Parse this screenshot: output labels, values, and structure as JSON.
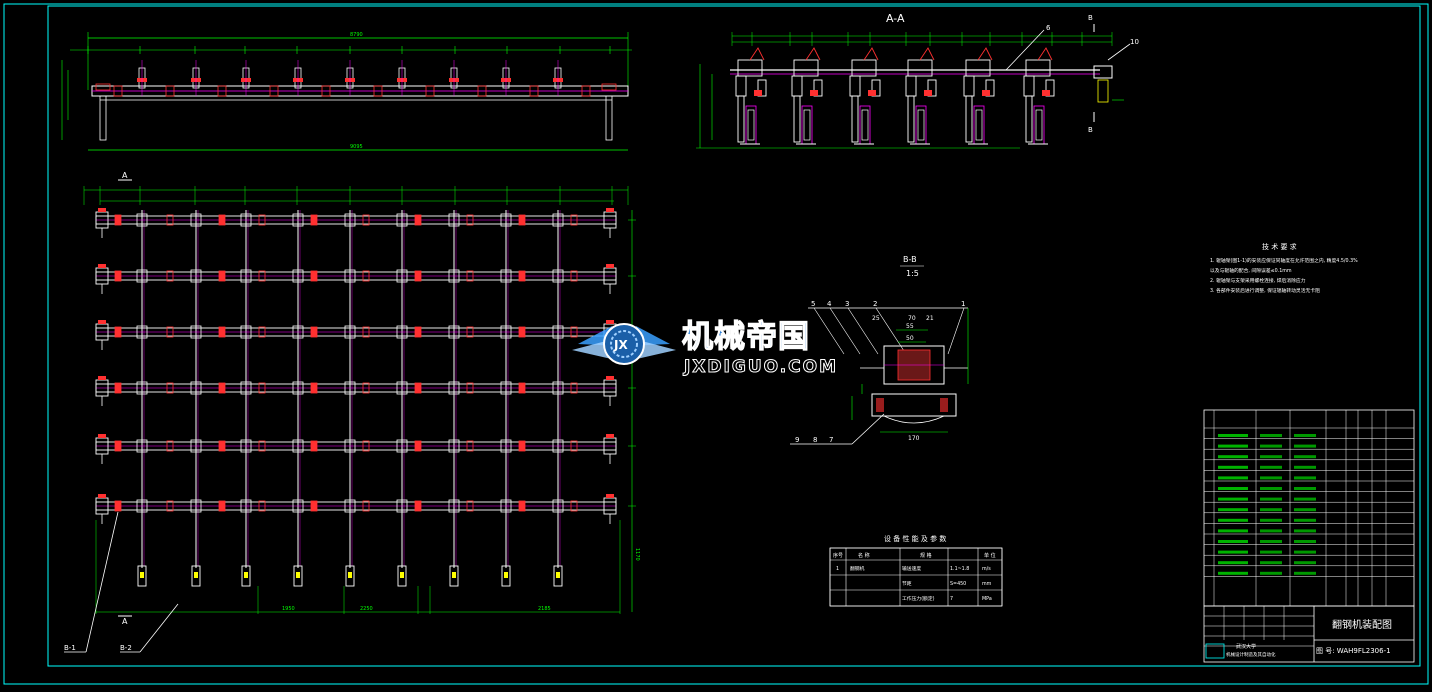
{
  "colors": {
    "background": "#000000",
    "frame": "#00ffff",
    "part": "#ffffff",
    "dimension": "#00ff00",
    "hidden": "#ff00ff",
    "clamp": "#ff3030",
    "yellow": "#ffff00",
    "watermark": "#ffffff",
    "watermark_accent": "#3aa0ff"
  },
  "views": {
    "section_aa": {
      "label": "A-A"
    },
    "section_bb": {
      "label": "B-B",
      "scale": "1:5"
    },
    "section_markers": {
      "a_top": "A",
      "a_bottom": "A",
      "b_top": "B",
      "b_bottom": "B"
    }
  },
  "dimensions": {
    "front_overall_top": "8790",
    "front_overall_bottom": "9095",
    "plan_bottom_1": "1950",
    "plan_bottom_2": "2250",
    "plan_bottom_3": "2185",
    "plan_side": "1170",
    "bb_width_55": "55",
    "bb_width_50": "50",
    "bb_base": "170",
    "bb_side_25": "25",
    "bb_side_70": "70",
    "bb_side_21": "21"
  },
  "leaders": {
    "plan_b1": "B-1",
    "plan_b2": "B-2",
    "aa_callout_6": "6",
    "aa_callout_10": "10",
    "bb_top": [
      "5",
      "4",
      "3",
      "2",
      "1"
    ],
    "bb_bottom": [
      "9",
      "8",
      "7"
    ]
  },
  "tech_requirements": {
    "title": "技 术 要 求",
    "lines": [
      "1. 辊轴架(图1-1)的安装应保证同轴度在允许范围之内, 精度4.5/0.3%",
      "   以及与辊轴的配合, 间隙误差≤0.1mm",
      "2. 辊轴架与支架采用螺栓连接, 焊后消除应力",
      "3. 各部件安装后进行调整, 保证辊轴转动灵活无卡阻"
    ]
  },
  "params_table": {
    "title": "设 备 性 能 及 参 数",
    "headers": [
      "序号",
      "名 称",
      "规 格",
      "单 位"
    ],
    "rows": [
      [
        "1",
        "翻钢机",
        "输送速度",
        "1.1~1.8",
        "m/s"
      ],
      [
        "",
        "",
        "节距",
        "S=450",
        "mm"
      ],
      [
        "",
        "",
        "工作压力(额定)",
        "7",
        "MPa"
      ]
    ]
  },
  "title_block": {
    "drawing_name": "翻钢机装配图",
    "drawing_no": "图 号: WAH9FL2306-1",
    "school_line1": "武汉大学",
    "school_line2": "机械设计制造及其自动化"
  },
  "watermark": {
    "text_cn": "机械帝国",
    "text_en": "JXDIGUO.COM",
    "badge": "JX"
  }
}
